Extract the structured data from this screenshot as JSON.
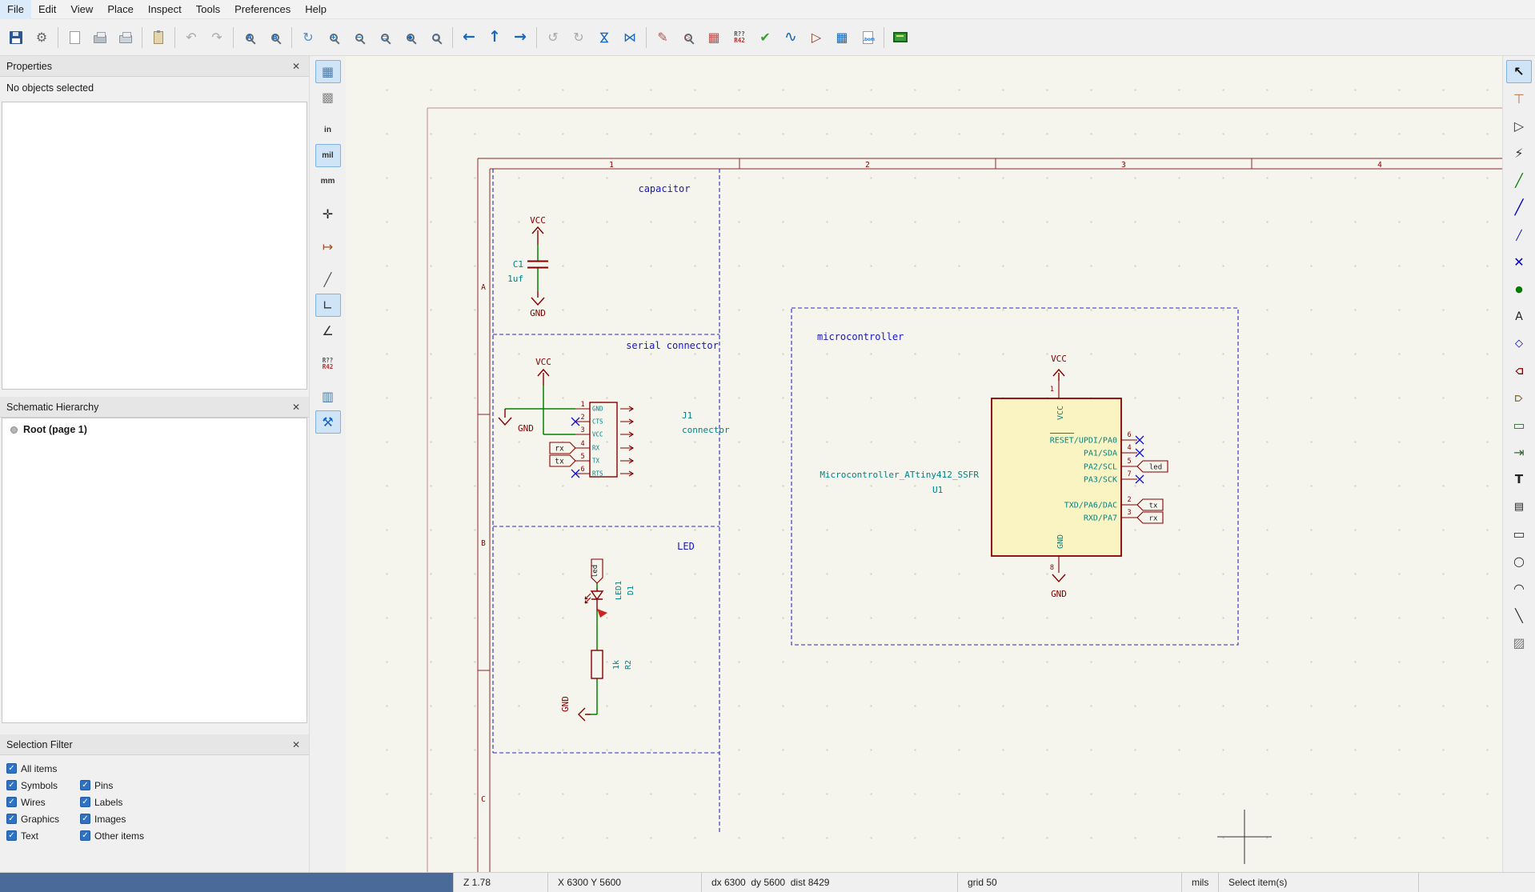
{
  "menubar": {
    "items": [
      "File",
      "Edit",
      "View",
      "Place",
      "Inspect",
      "Tools",
      "Preferences",
      "Help"
    ]
  },
  "toolbar": {
    "annotate_top": "R??",
    "annotate_bottom": "R42",
    "bom_label": ".bom"
  },
  "left_toolbar": {
    "unit_in": "in",
    "unit_mil": "mil",
    "unit_mm": "mm",
    "annotate_top": "R??",
    "annotate_bottom": "R42"
  },
  "panels": {
    "properties": {
      "title": "Properties",
      "close": "✕",
      "message": "No objects selected"
    },
    "hierarchy": {
      "title": "Schematic Hierarchy",
      "close": "✕",
      "root_item": "Root (page 1)"
    },
    "selection_filter": {
      "title": "Selection Filter",
      "close": "✕",
      "col1": [
        "All items",
        "Symbols",
        "Wires",
        "Graphics",
        "Text"
      ],
      "col2": [
        "Pins",
        "Labels",
        "Images",
        "Other items"
      ]
    }
  },
  "statusbar": {
    "zoom": "Z 1.78",
    "cursor": "X 6300 Y 5600",
    "delta": "dx 6300  dy 5600  dist 8429",
    "grid": "grid 50",
    "units": "mils",
    "hint": "Select item(s)"
  },
  "schematic": {
    "frame": {
      "columns": [
        "1",
        "2",
        "3",
        "4"
      ],
      "rows": [
        "A",
        "B",
        "C"
      ]
    },
    "capacitor": {
      "title": "capacitor",
      "vcc": "VCC",
      "gnd": "GND",
      "ref": "C1",
      "value": "1uf"
    },
    "serial": {
      "title": "serial connector",
      "vcc": "VCC",
      "gnd": "GND",
      "ref": "J1",
      "value": "connector",
      "pins": [
        {
          "num": "1",
          "name": "GND"
        },
        {
          "num": "2",
          "name": "CTS"
        },
        {
          "num": "3",
          "name": "VCC"
        },
        {
          "num": "4",
          "name": "RX"
        },
        {
          "num": "5",
          "name": "TX"
        },
        {
          "num": "6",
          "name": "RTS"
        }
      ],
      "rx": "rx",
      "tx": "tx"
    },
    "led": {
      "title": "LED",
      "net": "led",
      "value": "LED1",
      "ref": "D1",
      "res_value": "1k",
      "res_ref": "R2",
      "gnd": "GND"
    },
    "mcu": {
      "title": "microcontroller",
      "value": "Microcontroller_ATtiny412_SSFR",
      "ref": "U1",
      "vcc": "VCC",
      "gnd": "GND",
      "pin1_num": "1",
      "pin1_name": "VCC",
      "pin8_num": "8",
      "pin8_name": "GND",
      "right_pins": [
        {
          "num": "6",
          "name": "RESET/UPDI/PA0"
        },
        {
          "num": "4",
          "name": "PA1/SDA"
        },
        {
          "num": "5",
          "name": "PA2/SCL"
        },
        {
          "num": "7",
          "name": "PA3/SCK"
        },
        {
          "num": "2",
          "name": "TXD/PA6/DAC"
        },
        {
          "num": "3",
          "name": "RXD/PA7"
        }
      ],
      "net_led": "led",
      "net_tx": "tx",
      "net_rx": "rx"
    }
  },
  "colors": {
    "wire": "#008400",
    "symbol_outline": "#840000",
    "symbol_fill": "#faf4c3",
    "notes": "#0000C4",
    "pin_name": "#008484",
    "no_connect": "#0000C4",
    "canvas_bg": "#f5f4ed",
    "chrome_bg": "#f0f0f0",
    "selection_blue": "#cfe4f7",
    "status_fill": "#4a6b99"
  }
}
